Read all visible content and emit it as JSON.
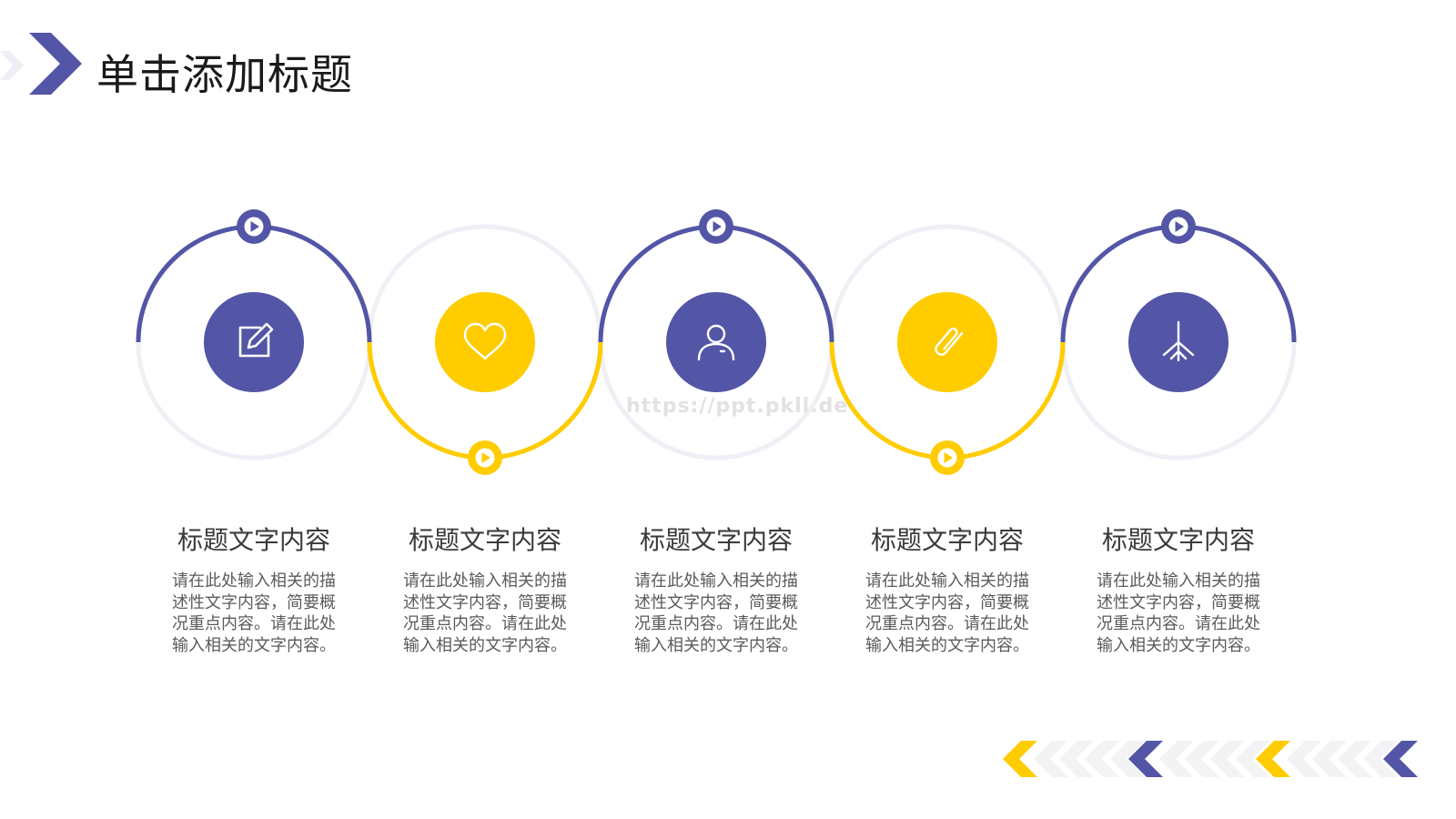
{
  "header": {
    "title": "单击添加标题"
  },
  "watermark": "https://ppt.pkll.de",
  "colors": {
    "primary": "#5355a6",
    "accent": "#ffcc00",
    "track": "#eff0f6",
    "title_text": "#1a1a1a",
    "body_text": "#5a5a5a"
  },
  "items": [
    {
      "icon": "edit-icon",
      "color": "primary",
      "title": "标题文字内容",
      "desc": "请在此处输入相关的描述性文字内容，简要概况重点内容。请在此处输入相关的文字内容。"
    },
    {
      "icon": "heart-icon",
      "color": "accent",
      "title": "标题文字内容",
      "desc": "请在此处输入相关的描述性文字内容，简要概况重点内容。请在此处输入相关的文字内容。"
    },
    {
      "icon": "user-icon",
      "color": "primary",
      "title": "标题文字内容",
      "desc": "请在此处输入相关的描述性文字内容，简要概况重点内容。请在此处输入相关的文字内容。"
    },
    {
      "icon": "paperclip-icon",
      "color": "accent",
      "title": "标题文字内容",
      "desc": "请在此处输入相关的描述性文字内容，简要概况重点内容。请在此处输入相关的文字内容。"
    },
    {
      "icon": "branch-icon",
      "color": "primary",
      "title": "标题文字内容",
      "desc": "请在此处输入相关的描述性文字内容，简要概况重点内容。请在此处输入相关的文字内容。"
    }
  ]
}
